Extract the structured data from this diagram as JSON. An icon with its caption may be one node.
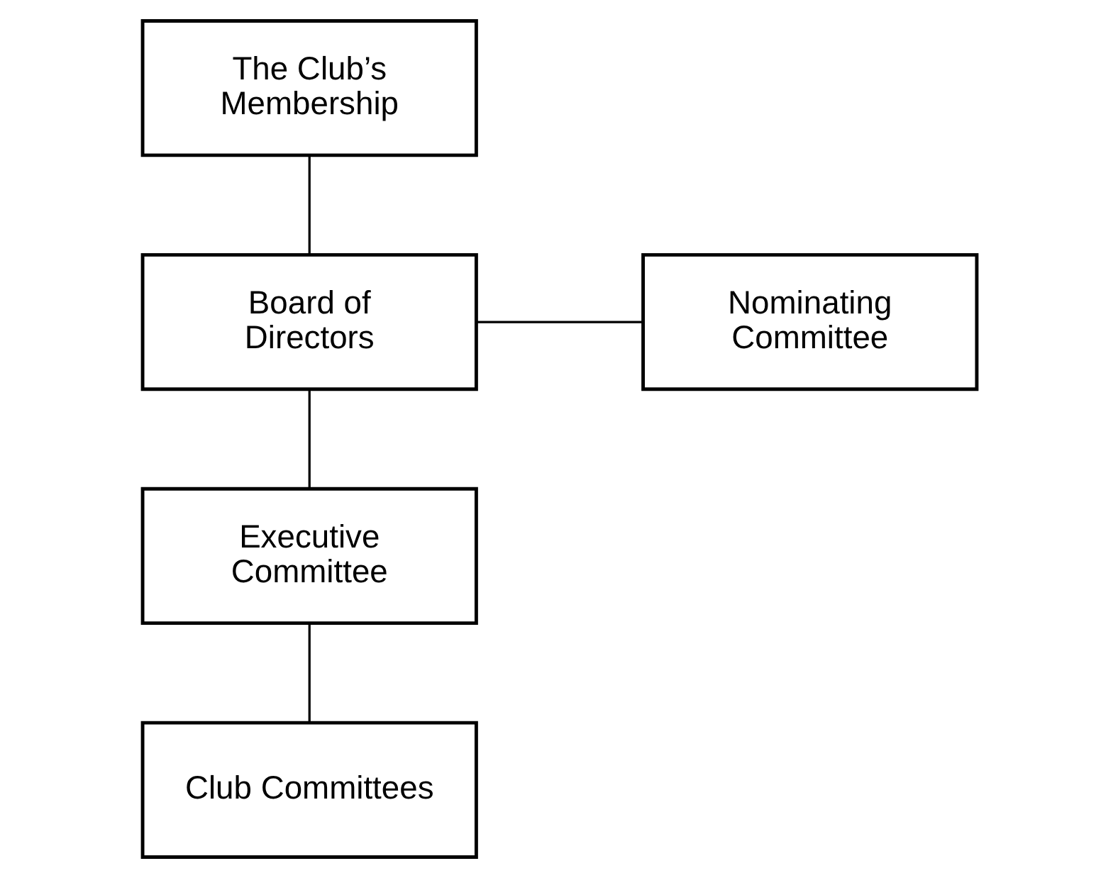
{
  "diagram": {
    "nodes": [
      {
        "text": [
          "The Club’s Membership"
        ]
      },
      {
        "text": [
          "Board of Directors"
        ]
      },
      {
        "text": [
          "Nominating Committee"
        ]
      },
      {
        "text": [
          "Executive Committee"
        ]
      },
      {
        "text": [
          "Club Committees"
        ]
      }
    ],
    "edges": [
      {
        "from": 0,
        "to": 1,
        "arrow": "none"
      },
      {
        "from": 1,
        "to": 2,
        "arrow": "none"
      },
      {
        "from": 1,
        "to": 3,
        "arrow": "none"
      },
      {
        "from": 3,
        "to": 4,
        "arrow": "none"
      }
    ]
  }
}
